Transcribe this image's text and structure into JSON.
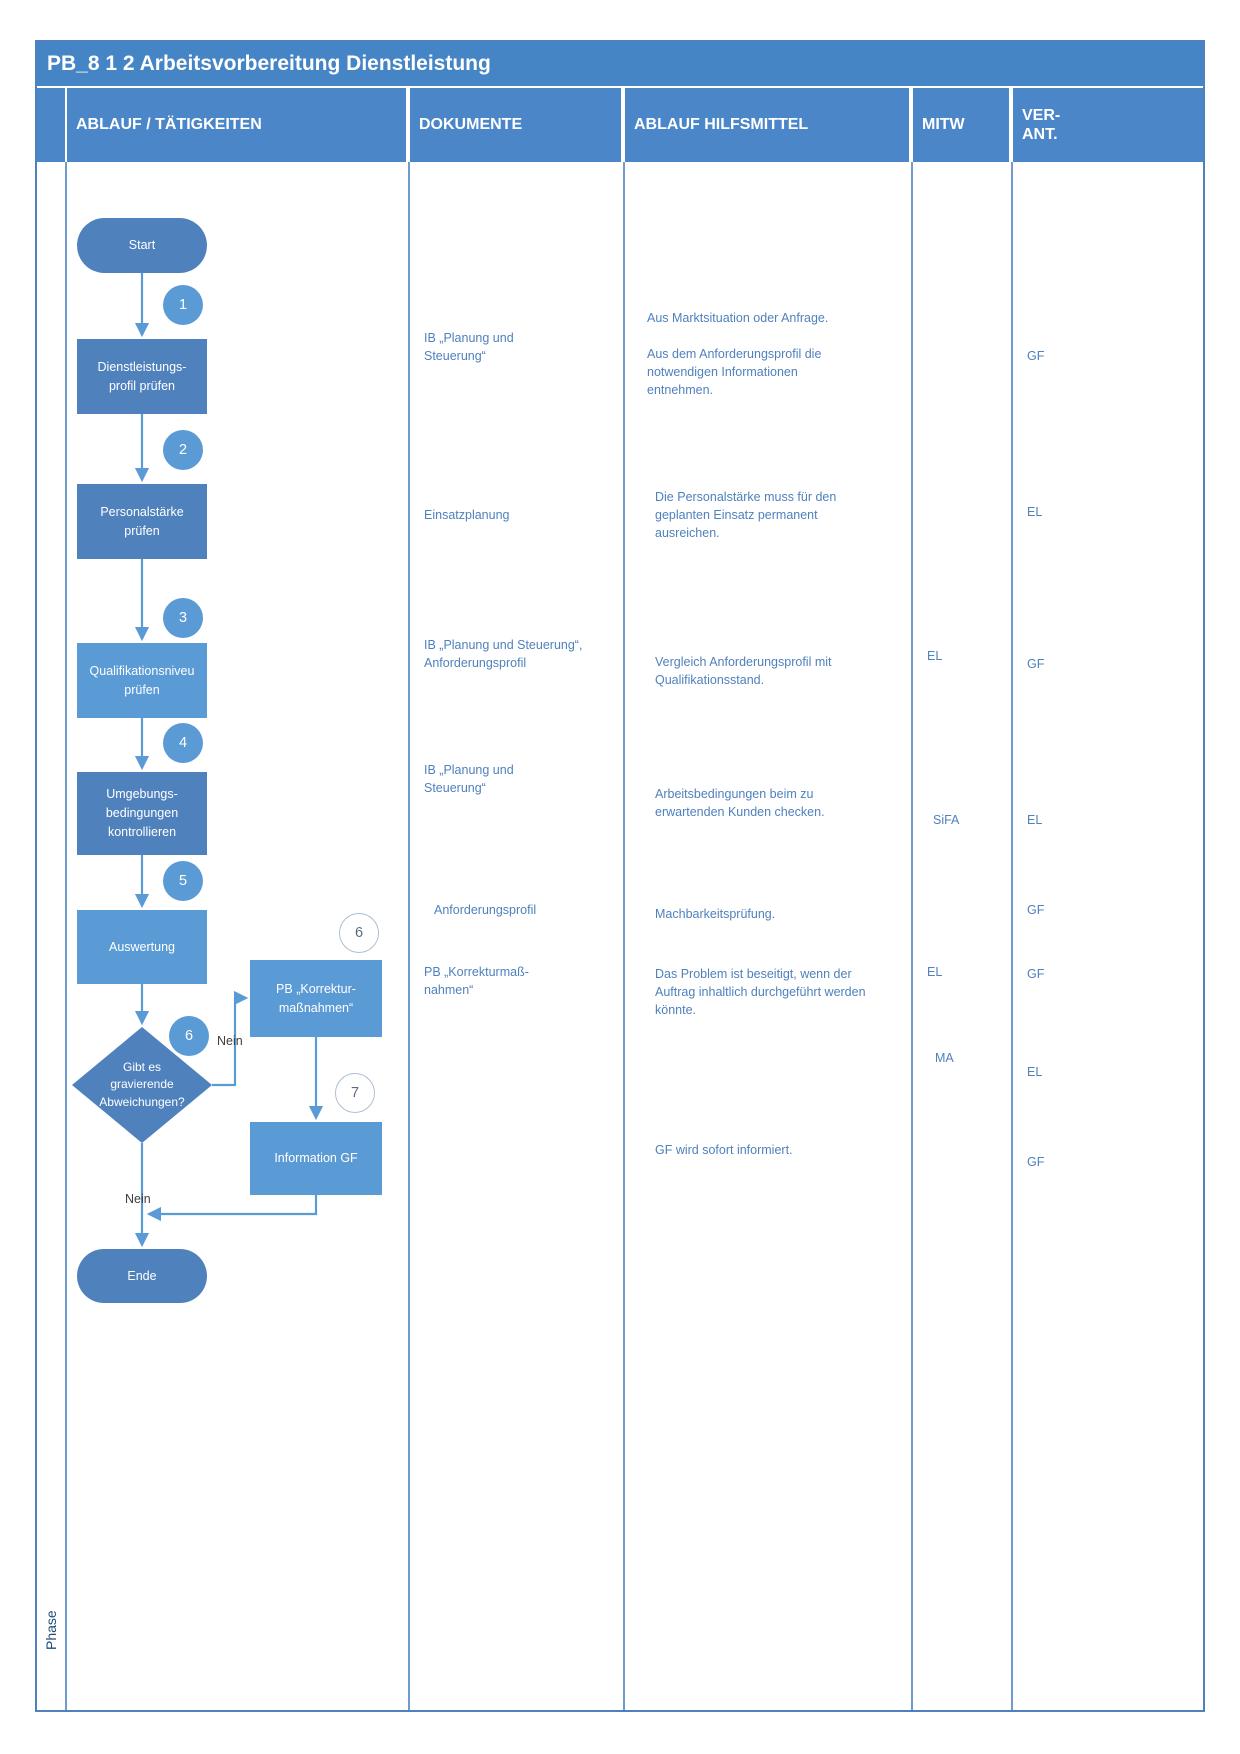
{
  "colors": {
    "accent": "#4f81bd",
    "accent_light": "#5b9bd5",
    "header_blue": "#4a86c8"
  },
  "title": "PB_8 1 2 Arbeitsvorbereitung Dienstleistung",
  "header": {
    "activities": "ABLAUF / TÄTIGKEITEN",
    "documents": "DOKUMENTE",
    "tools": "ABLAUF HILFSMITTEL",
    "mitw": "MITW",
    "verant": "VER-\nANT."
  },
  "phase_label": "Phase",
  "flow": {
    "start_label": "Start",
    "end_label": "Ende",
    "steps": [
      {
        "num": "1",
        "label": "Dienstleistungs-\nprofil prüfen"
      },
      {
        "num": "2",
        "label": "Personalstärke\nprüfen"
      },
      {
        "num": "3",
        "label": "Qualifikationsniveu\nprüfen"
      },
      {
        "num": "4",
        "label": "Umgebungs-\nbedingungen\nkontrollieren"
      },
      {
        "num": "5",
        "label": "Auswertung"
      }
    ],
    "decision": {
      "num": "6",
      "label": "Gibt es\ngravierende\nAbweichungen?",
      "branch_right_label": "Nein",
      "branch_down_label": "Nein"
    },
    "korrektur": {
      "num": "6",
      "label": "PB „Korrektur-\nmaßnahmen“"
    },
    "information": {
      "num": "7",
      "label": "Information GF"
    }
  },
  "documents": [
    {
      "text": "IB „Planung und\nSteuerung“"
    },
    {
      "text": "Einsatzplanung"
    },
    {
      "text": "IB „Planung und Steuerung“,\nAnforderungsprofil"
    },
    {
      "text": "IB „Planung und\nSteuerung“"
    },
    {
      "text": "Anforderungsprofil"
    },
    {
      "text": "PB „Korrekturmaß-\nnahmen“"
    }
  ],
  "tools": [
    {
      "text": "Aus Marktsituation oder Anfrage."
    },
    {
      "text": "Aus dem Anforderungsprofil die\nnotwendigen Informationen\nentnehmen."
    },
    {
      "text": "Die Personalstärke muss für den\ngeplanten Einsatz permanent\nausreichen."
    },
    {
      "text": "Vergleich Anforderungsprofil mit\nQualifikationsstand."
    },
    {
      "text": "Arbeitsbedingungen beim zu\nerwartenden Kunden checken."
    },
    {
      "text": "Machbarkeitsprüfung."
    },
    {
      "text": "Das Problem ist beseitigt, wenn der\nAuftrag inhaltlich durchgeführt werden\nkönnte."
    },
    {
      "text": "GF wird sofort informiert."
    }
  ],
  "mitw": [
    {
      "text": "EL"
    },
    {
      "text": "SiFA"
    },
    {
      "text": "EL"
    },
    {
      "text": "MA"
    }
  ],
  "verant": [
    {
      "text": "GF"
    },
    {
      "text": "EL"
    },
    {
      "text": "GF"
    },
    {
      "text": "EL"
    },
    {
      "text": "GF"
    },
    {
      "text": "GF"
    },
    {
      "text": "EL"
    },
    {
      "text": "GF"
    }
  ]
}
